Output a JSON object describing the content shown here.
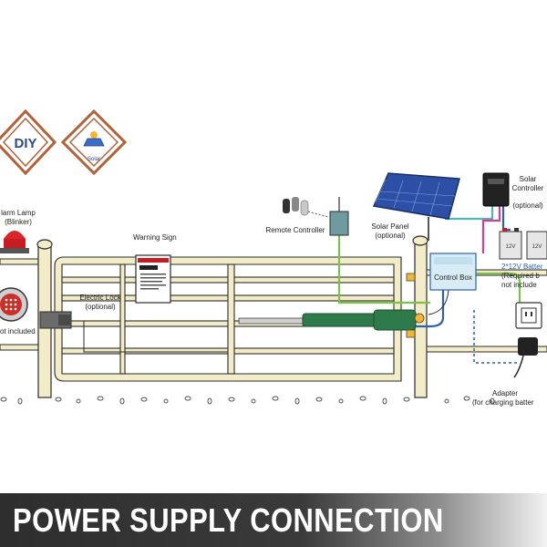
{
  "badges": {
    "diy": "DIY",
    "solar": "Solar"
  },
  "labels": {
    "alarm_lamp": "larm Lamp",
    "alarm_lamp_sub": "(Blinker)",
    "not_included_left": "ot included",
    "warning_sign": "Warning Sign",
    "electric_lock": "Electric Lock",
    "electric_lock_sub": "(optional)",
    "remote_controller": "Remote Controller",
    "solar_panel": "Solar Panel",
    "solar_panel_sub": "(optional)",
    "solar_controller": "Solar",
    "solar_controller_2": "Controller",
    "solar_controller_sub": "(optional)",
    "control_box": "Control Box",
    "battery": "2*12V Batter",
    "battery_sub": "(Required b",
    "battery_sub2": "not include",
    "battery_cell": "12V",
    "adapter": "Adapter",
    "adapter_sub": "(for charging batter"
  },
  "banner": {
    "title": "POWER SUPPLY CONNECTION"
  },
  "colors": {
    "gate": "#f3ecc8",
    "gate_outline": "#2b2b2b",
    "wire_green": "#7cc24a",
    "wire_blue": "#2f5fb0",
    "wire_cyan": "#4fb0c8",
    "wire_pink": "#d6408a",
    "badge_ring": "#b0623a",
    "actuator": "#2f7a4a"
  }
}
